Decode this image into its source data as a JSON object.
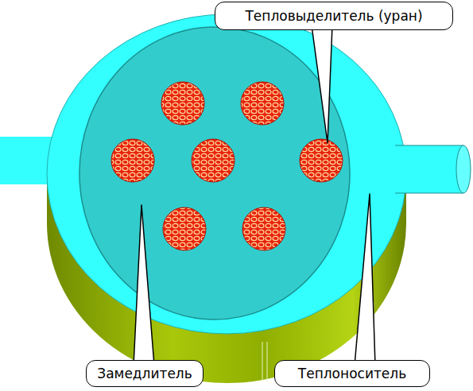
{
  "diagram": {
    "nodes": [
      {
        "text": [
          "Тепловыделитель (уран)"
        ]
      },
      {
        "text": [
          "Замедлитель"
        ]
      },
      {
        "text": [
          "Теплоноситель"
        ]
      }
    ]
  }
}
